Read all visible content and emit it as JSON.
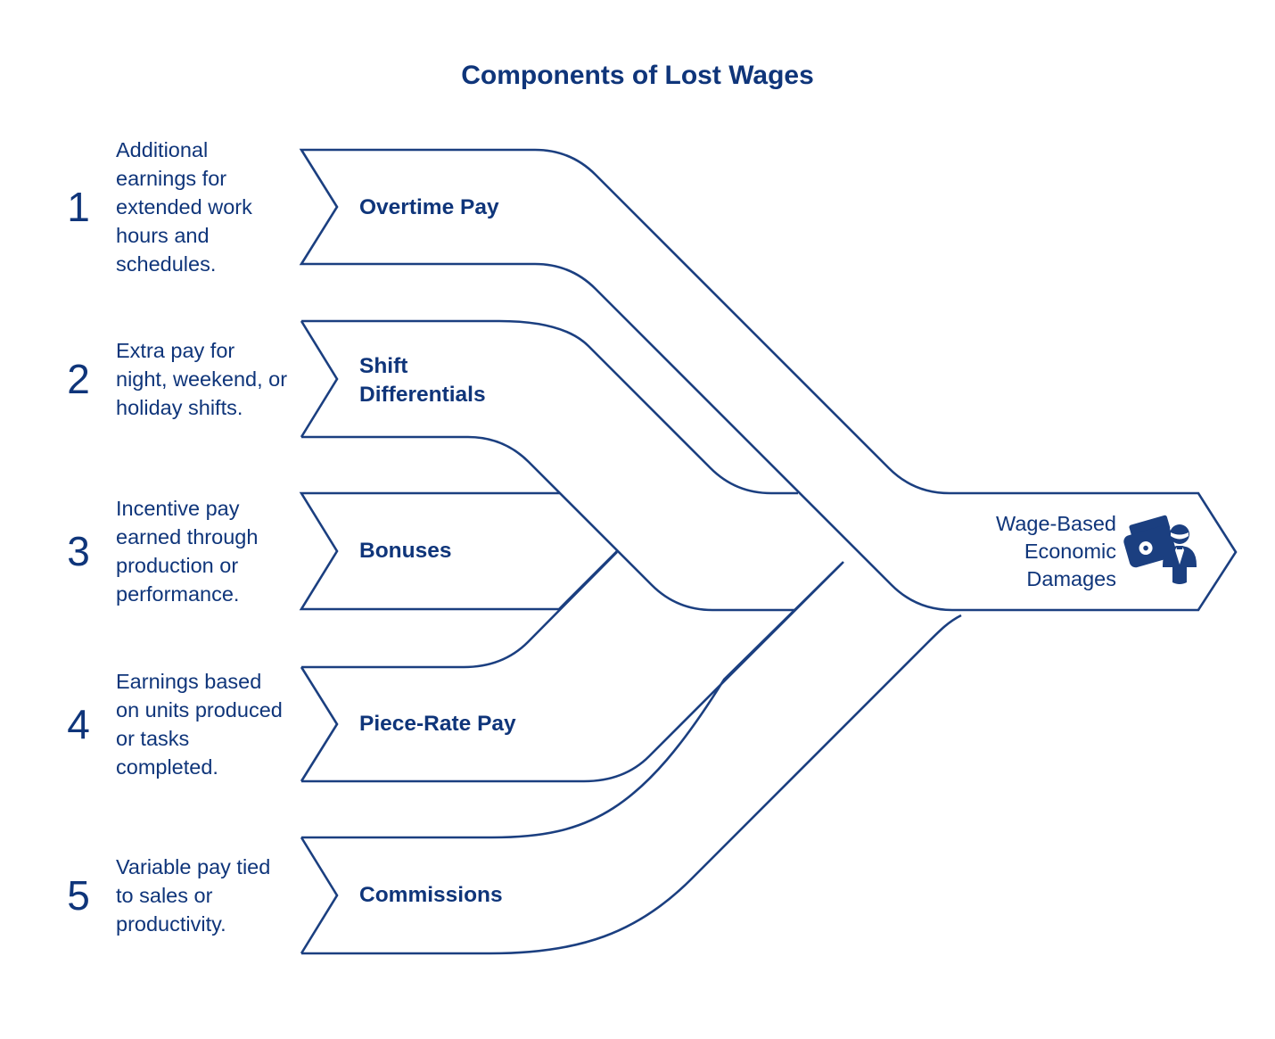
{
  "title": "Components of Lost Wages",
  "colors": {
    "navy": "#0f357a",
    "line": "#1b3f80"
  },
  "items": [
    {
      "number": "1",
      "description": "Additional earnings for extended work hours and schedules.",
      "label": "Overtime Pay"
    },
    {
      "number": "2",
      "description": "Extra pay for night, weekend, or holiday shifts.",
      "label": "Shift Differentials"
    },
    {
      "number": "3",
      "description": "Incentive pay earned through production or performance.",
      "label": "Bonuses"
    },
    {
      "number": "4",
      "description": "Earnings based on units produced or tasks completed.",
      "label": "Piece-Rate Pay"
    },
    {
      "number": "5",
      "description": "Variable pay tied to sales or productivity.",
      "label": "Commissions"
    }
  ],
  "output": {
    "label": "Wage-Based Economic Damages",
    "icons": [
      "money-icon",
      "person-icon"
    ]
  }
}
